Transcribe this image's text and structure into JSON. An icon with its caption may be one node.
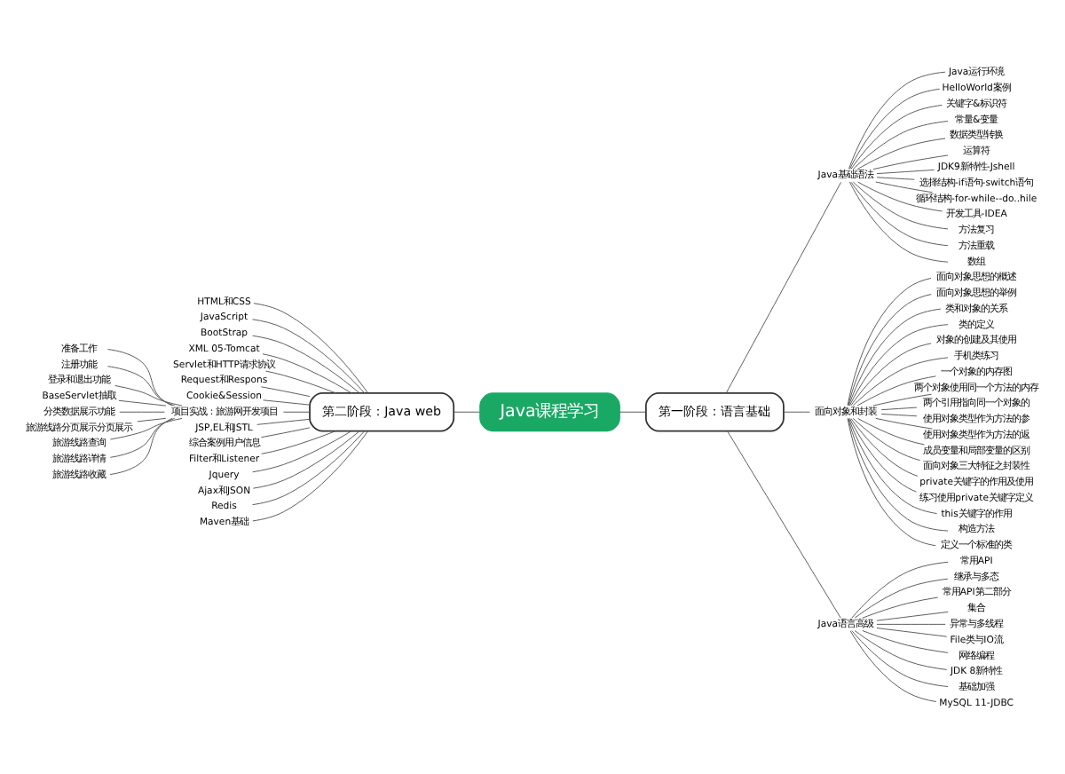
{
  "diagram": {
    "nodes": [
      {
        "text": [
          "Java课程学习"
        ]
      },
      {
        "text": [
          "第一阶段：语言基础"
        ]
      },
      {
        "text": [
          "Java基础语法"
        ]
      },
      {
        "text": [
          "Java运行环境"
        ]
      },
      {
        "text": [
          "HelloWorld案例"
        ]
      },
      {
        "text": [
          "关键字&标识符"
        ]
      },
      {
        "text": [
          "常量&变量"
        ]
      },
      {
        "text": [
          "数据类型转换"
        ]
      },
      {
        "text": [
          "运算符"
        ]
      },
      {
        "text": [
          "JDK9新特性-Jshell"
        ]
      },
      {
        "text": [
          "选择结构-if语句-switch语句"
        ]
      },
      {
        "text": [
          "循环结构-for-while--do..hile"
        ]
      },
      {
        "text": [
          "开发工具-IDEA"
        ]
      },
      {
        "text": [
          "方法复习"
        ]
      },
      {
        "text": [
          "方法重载"
        ]
      },
      {
        "text": [
          "数组"
        ]
      },
      {
        "text": [
          "面向对象和封装"
        ]
      },
      {
        "text": [
          "面向对象思想的概述"
        ]
      },
      {
        "text": [
          "面向对象思想的举例"
        ]
      },
      {
        "text": [
          "类和对象的关系"
        ]
      },
      {
        "text": [
          "类的定义"
        ]
      },
      {
        "text": [
          "对象的创建及其使用"
        ]
      },
      {
        "text": [
          "手机类练习"
        ]
      },
      {
        "text": [
          "一个对象的内存图"
        ]
      },
      {
        "text": [
          "两个对象使用同一个方法的内存"
        ]
      },
      {
        "text": [
          "两个引用指向同一个对象的"
        ]
      },
      {
        "text": [
          "使用对象类型作为方法的参"
        ]
      },
      {
        "text": [
          "使用对象类型作为方法的返"
        ]
      },
      {
        "text": [
          "成员变量和局部变量的区别"
        ]
      },
      {
        "text": [
          "面向对象三大特征之封装性"
        ]
      },
      {
        "text": [
          "private关键字的作用及使用"
        ]
      },
      {
        "text": [
          "练习使用private关键字定义"
        ]
      },
      {
        "text": [
          "this关键字的作用"
        ]
      },
      {
        "text": [
          "构造方法"
        ]
      },
      {
        "text": [
          "定义一个标准的类"
        ]
      },
      {
        "text": [
          "Java语言高级"
        ]
      },
      {
        "text": [
          "常用API"
        ]
      },
      {
        "text": [
          "继承与多态"
        ]
      },
      {
        "text": [
          "常用API第二部分"
        ]
      },
      {
        "text": [
          "集合"
        ]
      },
      {
        "text": [
          "异常与多线程"
        ]
      },
      {
        "text": [
          "File类与IO流"
        ]
      },
      {
        "text": [
          "网络编程"
        ]
      },
      {
        "text": [
          "JDK 8新特性"
        ]
      },
      {
        "text": [
          "基础加强"
        ]
      },
      {
        "text": [
          "MySQL 11-JDBC"
        ]
      },
      {
        "text": [
          "第二阶段：Java web"
        ]
      },
      {
        "text": [
          "HTML和CSS"
        ]
      },
      {
        "text": [
          "JavaScript"
        ]
      },
      {
        "text": [
          "BootStrap"
        ]
      },
      {
        "text": [
          "XML 05-Tomcat"
        ]
      },
      {
        "text": [
          "Servlet和HTTP请求协议"
        ]
      },
      {
        "text": [
          "Request和Respons"
        ]
      },
      {
        "text": [
          "Cookie&Session"
        ]
      },
      {
        "text": [
          "项目实战：旅游网开发项目"
        ]
      },
      {
        "text": [
          "准备工作"
        ]
      },
      {
        "text": [
          "注册功能"
        ]
      },
      {
        "text": [
          "登录和退出功能"
        ]
      },
      {
        "text": [
          "BaseServlet抽取"
        ]
      },
      {
        "text": [
          "分类数据展示功能"
        ]
      },
      {
        "text": [
          "旅游线路分页展示分页展示"
        ]
      },
      {
        "text": [
          "旅游线路查询"
        ]
      },
      {
        "text": [
          "旅游线路详情"
        ]
      },
      {
        "text": [
          "旅游线路收藏"
        ]
      },
      {
        "text": [
          "JSP,EL和JSTL"
        ]
      },
      {
        "text": [
          "综合案例用户信息"
        ]
      },
      {
        "text": [
          "Filter和Listener"
        ]
      },
      {
        "text": [
          "Jquery"
        ]
      },
      {
        "text": [
          "Ajax和JSON"
        ]
      },
      {
        "text": [
          "Redis"
        ]
      },
      {
        "text": [
          "Maven基础"
        ]
      }
    ],
    "edges": [
      {
        "from": 0,
        "to": 1,
        "arrow": "none"
      },
      {
        "from": 1,
        "to": 2,
        "arrow": "none"
      },
      {
        "from": 2,
        "to": 3,
        "arrow": "none"
      },
      {
        "from": 2,
        "to": 4,
        "arrow": "none"
      },
      {
        "from": 2,
        "to": 5,
        "arrow": "none"
      },
      {
        "from": 2,
        "to": 6,
        "arrow": "none"
      },
      {
        "from": 2,
        "to": 7,
        "arrow": "none"
      },
      {
        "from": 2,
        "to": 8,
        "arrow": "none"
      },
      {
        "from": 2,
        "to": 9,
        "arrow": "none"
      },
      {
        "from": 2,
        "to": 10,
        "arrow": "none"
      },
      {
        "from": 2,
        "to": 11,
        "arrow": "none"
      },
      {
        "from": 2,
        "to": 12,
        "arrow": "none"
      },
      {
        "from": 2,
        "to": 13,
        "arrow": "none"
      },
      {
        "from": 2,
        "to": 14,
        "arrow": "none"
      },
      {
        "from": 2,
        "to": 15,
        "arrow": "none"
      },
      {
        "from": 1,
        "to": 16,
        "arrow": "none"
      },
      {
        "from": 16,
        "to": 17,
        "arrow": "none"
      },
      {
        "from": 16,
        "to": 18,
        "arrow": "none"
      },
      {
        "from": 16,
        "to": 19,
        "arrow": "none"
      },
      {
        "from": 16,
        "to": 20,
        "arrow": "none"
      },
      {
        "from": 16,
        "to": 21,
        "arrow": "none"
      },
      {
        "from": 16,
        "to": 22,
        "arrow": "none"
      },
      {
        "from": 16,
        "to": 23,
        "arrow": "none"
      },
      {
        "from": 16,
        "to": 24,
        "arrow": "none"
      },
      {
        "from": 16,
        "to": 25,
        "arrow": "none"
      },
      {
        "from": 16,
        "to": 26,
        "arrow": "none"
      },
      {
        "from": 16,
        "to": 27,
        "arrow": "none"
      },
      {
        "from": 16,
        "to": 28,
        "arrow": "none"
      },
      {
        "from": 16,
        "to": 29,
        "arrow": "none"
      },
      {
        "from": 16,
        "to": 30,
        "arrow": "none"
      },
      {
        "from": 16,
        "to": 31,
        "arrow": "none"
      },
      {
        "from": 16,
        "to": 32,
        "arrow": "none"
      },
      {
        "from": 16,
        "to": 33,
        "arrow": "none"
      },
      {
        "from": 16,
        "to": 34,
        "arrow": "none"
      },
      {
        "from": 1,
        "to": 35,
        "arrow": "none"
      },
      {
        "from": 35,
        "to": 36,
        "arrow": "none"
      },
      {
        "from": 35,
        "to": 37,
        "arrow": "none"
      },
      {
        "from": 35,
        "to": 38,
        "arrow": "none"
      },
      {
        "from": 35,
        "to": 39,
        "arrow": "none"
      },
      {
        "from": 35,
        "to": 40,
        "arrow": "none"
      },
      {
        "from": 35,
        "to": 41,
        "arrow": "none"
      },
      {
        "from": 35,
        "to": 42,
        "arrow": "none"
      },
      {
        "from": 35,
        "to": 43,
        "arrow": "none"
      },
      {
        "from": 35,
        "to": 44,
        "arrow": "none"
      },
      {
        "from": 35,
        "to": 45,
        "arrow": "none"
      },
      {
        "from": 0,
        "to": 46,
        "arrow": "none"
      },
      {
        "from": 46,
        "to": 47,
        "arrow": "none"
      },
      {
        "from": 46,
        "to": 48,
        "arrow": "none"
      },
      {
        "from": 46,
        "to": 49,
        "arrow": "none"
      },
      {
        "from": 46,
        "to": 50,
        "arrow": "none"
      },
      {
        "from": 46,
        "to": 51,
        "arrow": "none"
      },
      {
        "from": 46,
        "to": 52,
        "arrow": "none"
      },
      {
        "from": 46,
        "to": 53,
        "arrow": "none"
      },
      {
        "from": 46,
        "to": 54,
        "arrow": "none"
      },
      {
        "from": 54,
        "to": 55,
        "arrow": "none"
      },
      {
        "from": 54,
        "to": 56,
        "arrow": "none"
      },
      {
        "from": 54,
        "to": 57,
        "arrow": "none"
      },
      {
        "from": 54,
        "to": 58,
        "arrow": "none"
      },
      {
        "from": 54,
        "to": 59,
        "arrow": "none"
      },
      {
        "from": 54,
        "to": 60,
        "arrow": "none"
      },
      {
        "from": 54,
        "to": 61,
        "arrow": "none"
      },
      {
        "from": 54,
        "to": 62,
        "arrow": "none"
      },
      {
        "from": 54,
        "to": 63,
        "arrow": "none"
      },
      {
        "from": 46,
        "to": 64,
        "arrow": "none"
      },
      {
        "from": 46,
        "to": 65,
        "arrow": "none"
      },
      {
        "from": 46,
        "to": 66,
        "arrow": "none"
      },
      {
        "from": 46,
        "to": 67,
        "arrow": "none"
      },
      {
        "from": 46,
        "to": 68,
        "arrow": "none"
      },
      {
        "from": 46,
        "to": 69,
        "arrow": "none"
      },
      {
        "from": 46,
        "to": 70,
        "arrow": "none"
      }
    ]
  }
}
